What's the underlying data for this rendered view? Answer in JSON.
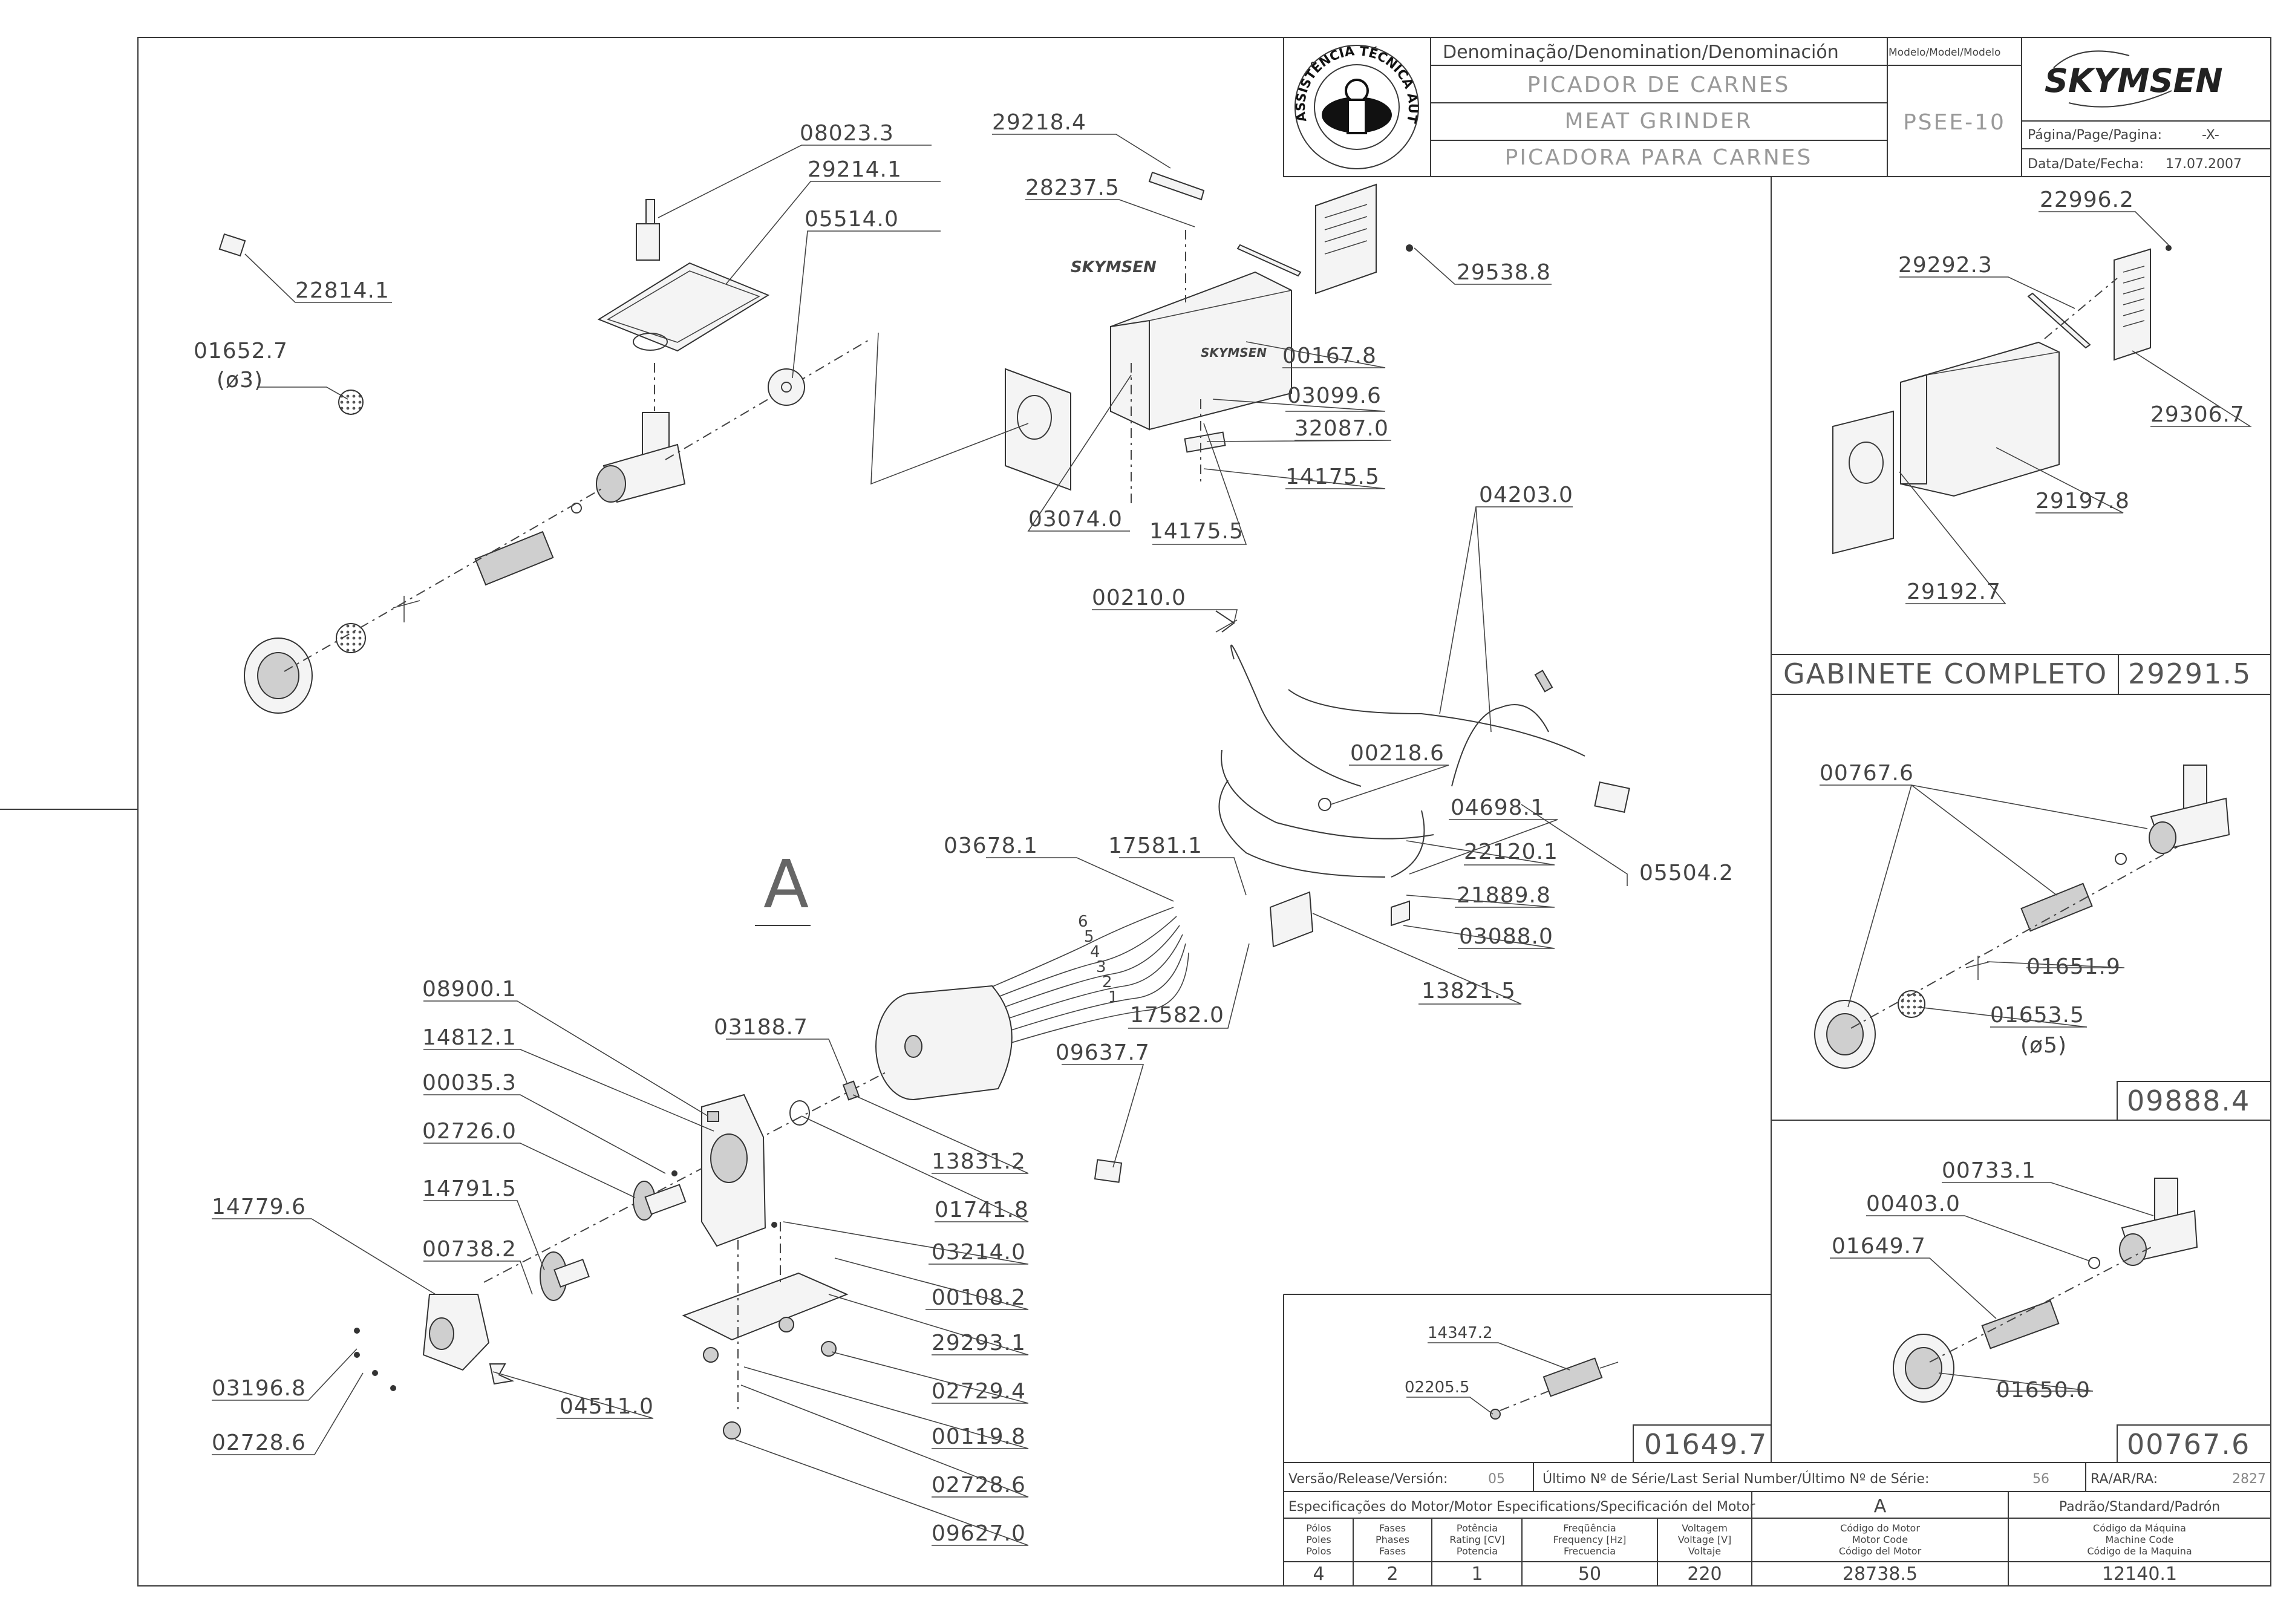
{
  "title_block": {
    "denomination_header": "Denominação/Denomination/Denominación",
    "model_header": "Modelo/Model/Modelo",
    "name_pt": "PICADOR DE CARNES",
    "name_en": "MEAT GRINDER",
    "name_es": "PICADORA PARA CARNES",
    "model": "PSEE-10",
    "brand": "SKYMSEN",
    "page_label": "Página/Page/Pagina:",
    "page_value": "-X-",
    "date_label": "Data/Date/Fecha:",
    "date_value": "17.07.2007",
    "seal_text": "ASSISTÊNCIA TÉCNICA AUTORIZADA"
  },
  "main_labels": [
    "08023.3",
    "29214.1",
    "05514.0",
    "22814.1",
    "01652.7",
    "(ø3)",
    "29218.4",
    "28237.5",
    "29538.8",
    "00167.8",
    "03099.6",
    "32087.0",
    "14175.5",
    "03074.0",
    "14175.5",
    "04203.0",
    "00210.0",
    "00218.6",
    "04698.1",
    "22120.1",
    "05504.2",
    "21889.8",
    "03088.0",
    "13821.5",
    "17581.1",
    "03678.1",
    "17582.0",
    "09637.7",
    "03188.7",
    "13831.2",
    "01741.8",
    "03214.0",
    "00108.2",
    "29293.1",
    "02729.4",
    "00119.8",
    "02728.6",
    "09627.0",
    "08900.1",
    "14812.1",
    "00035.3",
    "02726.0",
    "14791.5",
    "00738.2",
    "14779.6",
    "03196.8",
    "02728.6",
    "04511.0"
  ],
  "motor_wire_numbers": [
    "6",
    "5",
    "4",
    "3",
    "2",
    "1"
  ],
  "view_marker": "A",
  "cabinet_panel": {
    "labels": [
      "22996.2",
      "29292.3",
      "29306.7",
      "29197.8",
      "29192.7"
    ],
    "title": "GABINETE COMPLETO",
    "code": "29291.5"
  },
  "grinder_panel_1": {
    "labels": [
      "00767.6",
      "01651.9",
      "01653.5",
      "(ø5)"
    ],
    "code": "09888.4"
  },
  "grinder_panel_2": {
    "labels": [
      "00733.1",
      "00403.0",
      "01649.7",
      "01650.0"
    ],
    "code": "00767.6"
  },
  "screw_panel": {
    "labels": [
      "14347.2",
      "02205.5"
    ],
    "code": "01649.7"
  },
  "version_row": {
    "version_label": "Versão/Release/Versión:",
    "version_value": "05",
    "serial_label": "Último Nº de Série/Last Serial Number/Último Nº de Série:",
    "serial_value": "56",
    "ra_label": "RA/AR/RA:",
    "ra_value": "2827"
  },
  "motor_spec": {
    "header": "Especificações do Motor/Motor Especifications/Specificación del Motor",
    "motor_ref": "A",
    "standard_header": "Padrão/Standard/Padrón",
    "columns": [
      [
        "Pólos",
        "Poles",
        "Polos"
      ],
      [
        "Fases",
        "Phases",
        "Fases"
      ],
      [
        "Potência",
        "Rating [CV]",
        "Potencia"
      ],
      [
        "Freqüência",
        "Frequency [Hz]",
        "Frecuencia"
      ],
      [
        "Voltagem",
        "Voltage [V]",
        "Voltaje"
      ],
      [
        "Código do Motor",
        "Motor Code",
        "Código del Motor"
      ],
      [
        "Código da Máquina",
        "Machine Code",
        "Código de la Maquina"
      ]
    ],
    "values": [
      "4",
      "2",
      "1",
      "50",
      "220",
      "28738.5",
      "12140.1"
    ]
  }
}
